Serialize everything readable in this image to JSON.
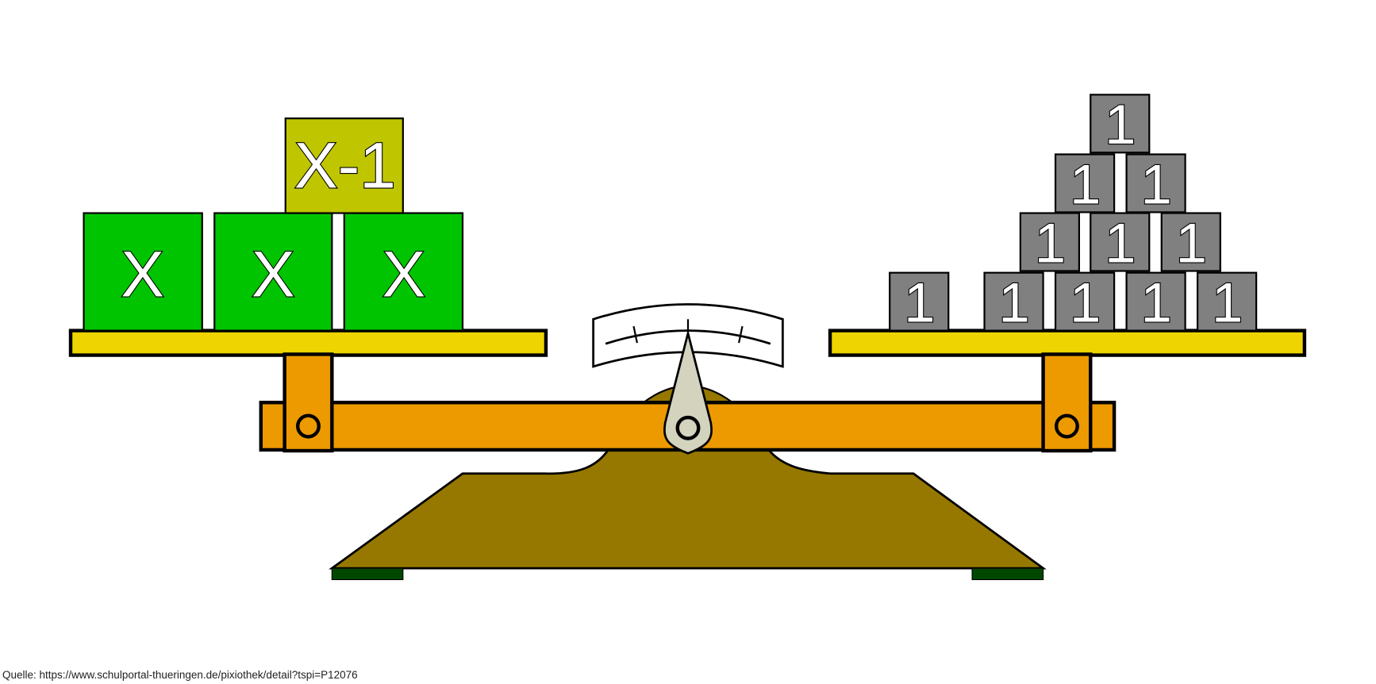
{
  "diagram": {
    "title": "Balance scale equation",
    "colors": {
      "pan": "#EED400",
      "beam": "#EC9A00",
      "base": "#967800",
      "feet": "#004800",
      "x_block": "#00C400",
      "x_minus_1_block": "#BFC600",
      "unit_block": "#808080",
      "needle": "#D3D3BE"
    },
    "left_pan": {
      "blocks": [
        "X",
        "X",
        "X",
        "X-1"
      ]
    },
    "right_pan": {
      "blocks": [
        "1",
        "1",
        "1",
        "1",
        "1",
        "1",
        "1",
        "1",
        "1",
        "1",
        "1"
      ]
    },
    "balanced": true
  },
  "source": "Quelle: https://www.schulportal-thueringen.de/pixiothek/detail?tspi=P12076"
}
